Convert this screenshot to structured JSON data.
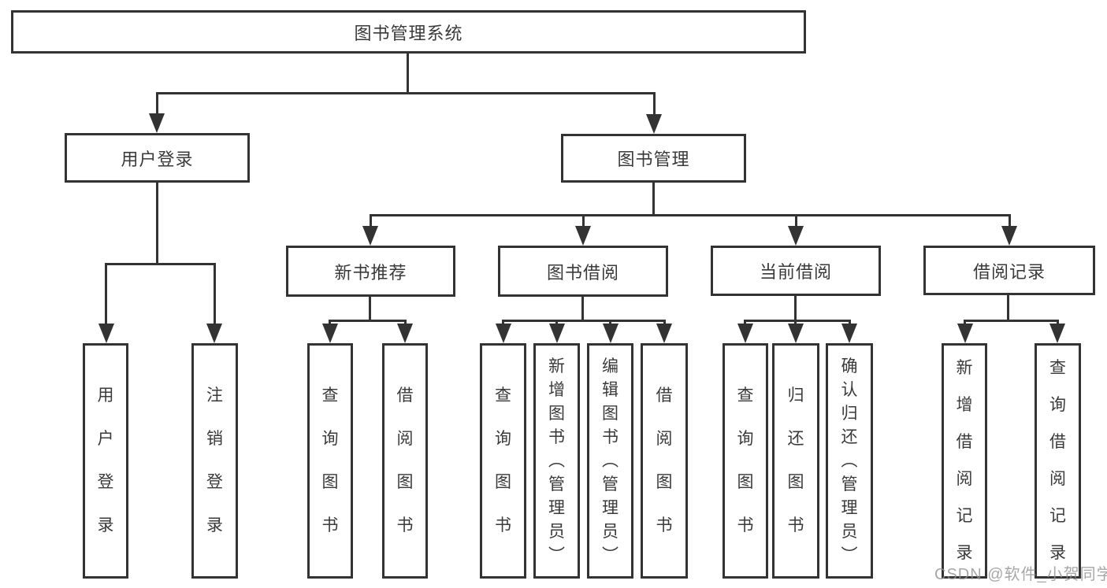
{
  "diagram": {
    "title": "图书管理系统",
    "branches": [
      {
        "label": "用户登录",
        "children": [
          {
            "label": "用户登录"
          },
          {
            "label": "注销登录"
          }
        ]
      },
      {
        "label": "图书管理",
        "sections": [
          {
            "label": "新书推荐",
            "children": [
              {
                "label": "查询图书"
              },
              {
                "label": "借阅图书"
              }
            ]
          },
          {
            "label": "图书借阅",
            "children": [
              {
                "label": "查询图书"
              },
              {
                "label": "新增图书（管理员）"
              },
              {
                "label": "编辑图书（管理员）"
              },
              {
                "label": "借阅图书"
              }
            ]
          },
          {
            "label": "当前借阅",
            "children": [
              {
                "label": "查询图书"
              },
              {
                "label": "归还图书"
              },
              {
                "label": "确认归还（管理员）"
              }
            ]
          },
          {
            "label": "借阅记录",
            "children": [
              {
                "label": "新增借阅记录"
              },
              {
                "label": "查询借阅记录"
              }
            ]
          }
        ]
      }
    ]
  },
  "watermark": {
    "text": "CSDN @软件_小贺同学"
  },
  "colors": {
    "line": "#333333",
    "text": "#3a3a3a",
    "background": "#ffffff",
    "watermark": "#919191"
  }
}
